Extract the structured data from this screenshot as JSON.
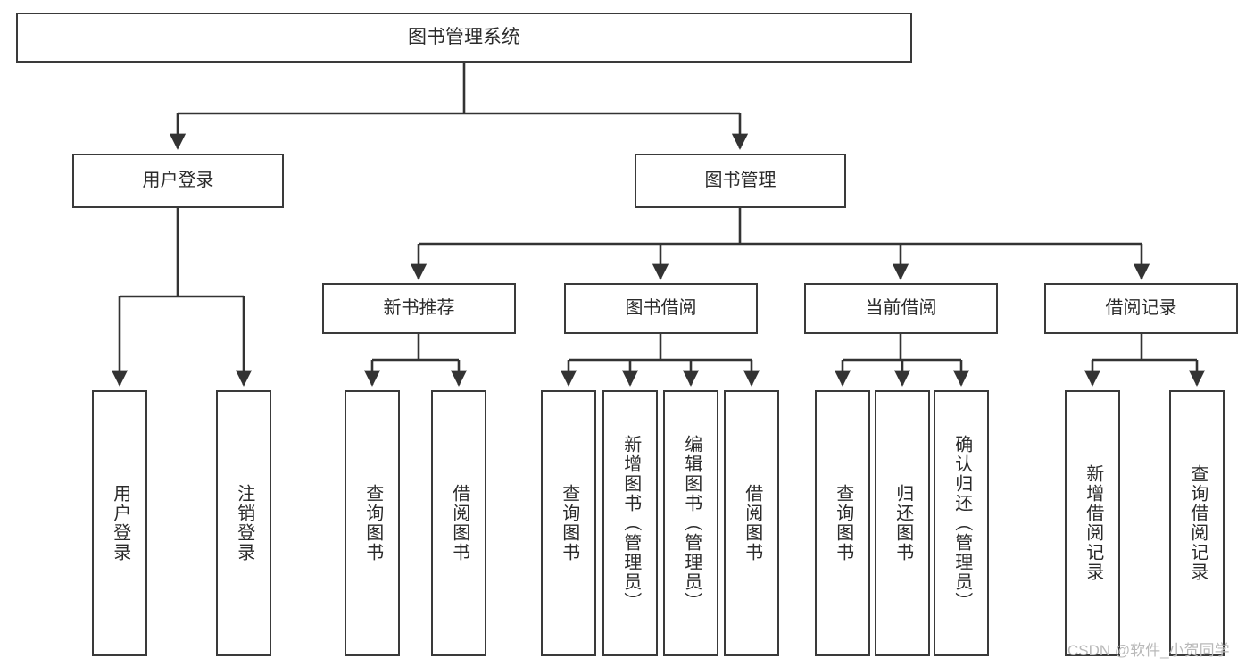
{
  "diagram": {
    "title": "图书管理系统",
    "type": "hierarchy-tree",
    "watermark": "CSDN @软件_小贺同学",
    "colors": {
      "background": "#ffffff",
      "box_border": "#3a3a3a",
      "box_fill": "#ffffff",
      "text": "#2b2b2b",
      "edge": "#333333",
      "watermark": "#b9b9b9"
    },
    "nodes": {
      "root": {
        "label": "图书管理系统"
      },
      "level2": [
        {
          "id": "user-login",
          "label": "用户登录"
        },
        {
          "id": "book-management",
          "label": "图书管理"
        }
      ],
      "level3": [
        {
          "id": "new-book-recommend",
          "label": "新书推荐"
        },
        {
          "id": "book-borrow",
          "label": "图书借阅"
        },
        {
          "id": "current-borrow",
          "label": "当前借阅"
        },
        {
          "id": "borrow-record",
          "label": "借阅记录"
        }
      ],
      "leaves": {
        "user_login": [
          {
            "id": "leaf-user-login",
            "label": "用户登录"
          },
          {
            "id": "leaf-logout-login",
            "label": "注销登录"
          }
        ],
        "new_book_recommend": [
          {
            "id": "leaf-query-book-1",
            "label": "查询图书"
          },
          {
            "id": "leaf-borrow-book-1",
            "label": "借阅图书"
          }
        ],
        "book_borrow": [
          {
            "id": "leaf-query-book-2",
            "label": "查询图书"
          },
          {
            "id": "leaf-add-book",
            "label": "新增图书（管理员）"
          },
          {
            "id": "leaf-edit-book",
            "label": "编辑图书（管理员）"
          },
          {
            "id": "leaf-borrow-book-2",
            "label": "借阅图书"
          }
        ],
        "current_borrow": [
          {
            "id": "leaf-query-book-3",
            "label": "查询图书"
          },
          {
            "id": "leaf-return-book",
            "label": "归还图书"
          },
          {
            "id": "leaf-confirm-return",
            "label": "确认归还（管理员）"
          }
        ],
        "borrow_record": [
          {
            "id": "leaf-add-record",
            "label": "新增借阅记录"
          },
          {
            "id": "leaf-query-record",
            "label": "查询借阅记录"
          }
        ]
      }
    }
  }
}
